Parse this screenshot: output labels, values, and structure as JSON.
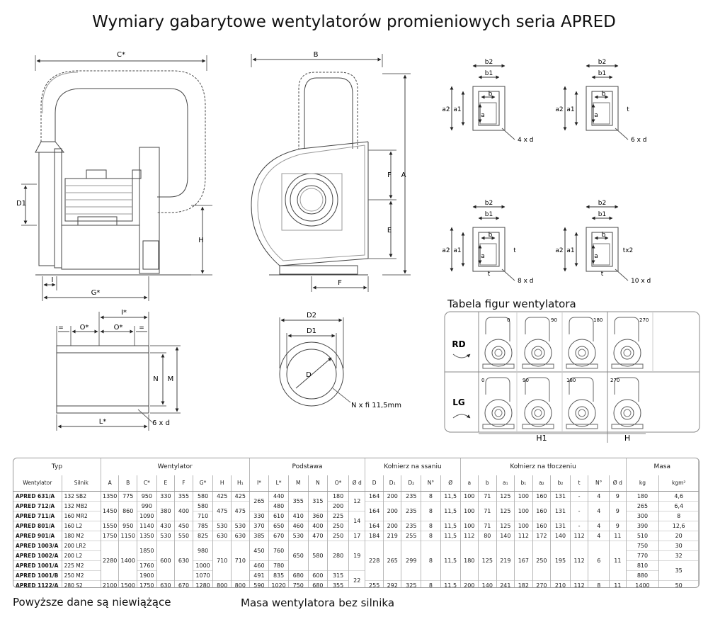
{
  "title": "Wymiary gabarytowe wentylatorów promieniowych seria APRED",
  "dimension_labels": {
    "side": {
      "C": "C*",
      "D1": "D1",
      "H": "H",
      "I": "I",
      "G": "G*"
    },
    "front": {
      "B": "B",
      "A": "A",
      "F": "F",
      "E": "E",
      "F_bottom": "F"
    },
    "base": {
      "I": "I*",
      "eq": "=",
      "O": "O*",
      "N": "N",
      "M": "M",
      "L": "L*",
      "holes": "6 x d"
    },
    "flange": {
      "D2": "D2",
      "D1": "D1",
      "D": "D",
      "holes": "N x fi 11,5mm"
    }
  },
  "outlet_figures": [
    {
      "b2": "b2",
      "b1": "b1",
      "b": "b",
      "a2": "a2",
      "a1": "a1",
      "a": "a",
      "holes": "4 x d"
    },
    {
      "b2": "b2",
      "b1": "b1",
      "b": "b",
      "a2": "a2",
      "a1": "a1",
      "a": "a",
      "t": "t",
      "holes": "6 x d"
    },
    {
      "b2": "b2",
      "b1": "b1",
      "b": "b",
      "a2": "a2",
      "a1": "a1",
      "a": "a",
      "t": "t",
      "t_bottom": "t",
      "holes": "8 x d"
    },
    {
      "b2": "b2",
      "b1": "b1",
      "b": "b",
      "a2": "a2",
      "a1": "a1",
      "a": "a",
      "t": "tx2",
      "t_bottom": "t",
      "holes": "10 x d"
    }
  ],
  "figure_table": {
    "title": "Tabela figur wentylatora",
    "rows": [
      {
        "label": "RD",
        "angles": [
          "0",
          "90",
          "180",
          "270"
        ]
      },
      {
        "label": "LG",
        "angles": [
          "0",
          "90",
          "180",
          "270"
        ]
      }
    ],
    "groups": [
      "H1",
      "H"
    ]
  },
  "table": {
    "group_headers": {
      "typ": "Typ",
      "wentylator": "Wentylator",
      "podstawa": "Podstawa",
      "ssanie": "Kołnierz na ssaniu",
      "tloczenie": "Kołnierz na tłoczeniu",
      "masa": "Masa"
    },
    "sub_headers": {
      "wentylator_col": "Wentylator",
      "silnik_col": "Silnik",
      "cols": [
        "A",
        "B",
        "C*",
        "E",
        "F",
        "G*",
        "H",
        "H₁",
        "I*",
        "L*",
        "M",
        "N",
        "O*",
        "Ø d",
        "D",
        "D₁",
        "D₂",
        "N°",
        "Ø",
        "a",
        "b",
        "a₁",
        "b₁",
        "a₂",
        "b₂",
        "t",
        "N°",
        "Ø d",
        "kg",
        "kgm²"
      ]
    },
    "rows": [
      [
        "APRED 631/A",
        "132 SB2",
        "1350",
        "775",
        "950",
        "330",
        "355",
        "580",
        "425",
        "425",
        "265",
        "440",
        "355",
        "315",
        "180",
        "12",
        "164",
        "200",
        "235",
        "8",
        "11,5",
        "100",
        "71",
        "125",
        "100",
        "160",
        "131",
        "-",
        "4",
        "9",
        "180",
        "4,6"
      ],
      [
        "APRED 712/A",
        "132 MB2",
        "1450",
        "860",
        "990",
        "380",
        "400",
        "580",
        "475",
        "475",
        "",
        "480",
        "",
        "",
        "200",
        "",
        "164",
        "200",
        "235",
        "8",
        "11,5",
        "100",
        "71",
        "125",
        "100",
        "160",
        "131",
        "-",
        "4",
        "9",
        "265",
        "6,4"
      ],
      [
        "APRED 711/A",
        "160 MR2",
        "",
        "",
        "1090",
        "",
        "",
        "710",
        "",
        "",
        "330",
        "610",
        "410",
        "360",
        "225",
        "14",
        "",
        "",
        "",
        "",
        "",
        "",
        "",
        "",
        "",
        "",
        "",
        "",
        "",
        "",
        "300",
        "8"
      ],
      [
        "APRED 801/A",
        "160 L2",
        "1550",
        "950",
        "1140",
        "430",
        "450",
        "785",
        "530",
        "530",
        "370",
        "650",
        "460",
        "400",
        "250",
        "",
        "164",
        "200",
        "235",
        "8",
        "11,5",
        "100",
        "71",
        "125",
        "100",
        "160",
        "131",
        "-",
        "4",
        "9",
        "390",
        "12,6"
      ],
      [
        "APRED 901/A",
        "180 M2",
        "1750",
        "1150",
        "1350",
        "530",
        "550",
        "825",
        "630",
        "630",
        "385",
        "670",
        "530",
        "470",
        "250",
        "17",
        "184",
        "219",
        "255",
        "8",
        "11,5",
        "112",
        "80",
        "140",
        "112",
        "172",
        "140",
        "112",
        "4",
        "11",
        "510",
        "20"
      ],
      [
        "APRED 1003/A",
        "200 LR2",
        "2280",
        "1400",
        "1850",
        "600",
        "630",
        "980",
        "710",
        "710",
        "450",
        "760",
        "650",
        "580",
        "280",
        "19",
        "228",
        "265",
        "299",
        "8",
        "11,5",
        "180",
        "125",
        "219",
        "167",
        "250",
        "195",
        "112",
        "6",
        "11",
        "750",
        "30"
      ],
      [
        "APRED 1002/A",
        "200 L2",
        "",
        "",
        "",
        "",
        "",
        "",
        "",
        "",
        "",
        "",
        "",
        "",
        "",
        "",
        "",
        "",
        "",
        "",
        "",
        "",
        "",
        "",
        "",
        "",
        "",
        "",
        "",
        "",
        "770",
        "32"
      ],
      [
        "APRED 1001/A",
        "225 M2",
        "",
        "",
        "1760",
        "",
        "",
        "1000",
        "",
        "",
        "460",
        "780",
        "",
        "",
        "",
        "",
        "",
        "",
        "",
        "",
        "",
        "",
        "",
        "",
        "",
        "",
        "",
        "",
        "",
        "",
        "810",
        "35"
      ],
      [
        "APRED 1001/B",
        "250 M2",
        "",
        "",
        "1900",
        "",
        "",
        "1070",
        "",
        "",
        "491",
        "835",
        "680",
        "600",
        "315",
        "22",
        "",
        "",
        "",
        "",
        "",
        "",
        "",
        "",
        "",
        "",
        "",
        "",
        "",
        "",
        "880",
        ""
      ],
      [
        "APRED 1122/A",
        "280 S2",
        "2100",
        "1500",
        "1750",
        "630",
        "670",
        "1280",
        "800",
        "800",
        "590",
        "1020",
        "750",
        "680",
        "355",
        "",
        "255",
        "292",
        "325",
        "8",
        "11,5",
        "200",
        "140",
        "241",
        "182",
        "270",
        "210",
        "112",
        "8",
        "11",
        "1400",
        "50"
      ]
    ]
  },
  "footnotes": {
    "left": "Powyższe dane są niewiążące",
    "right": "Masa wentylatora bez silnika"
  }
}
